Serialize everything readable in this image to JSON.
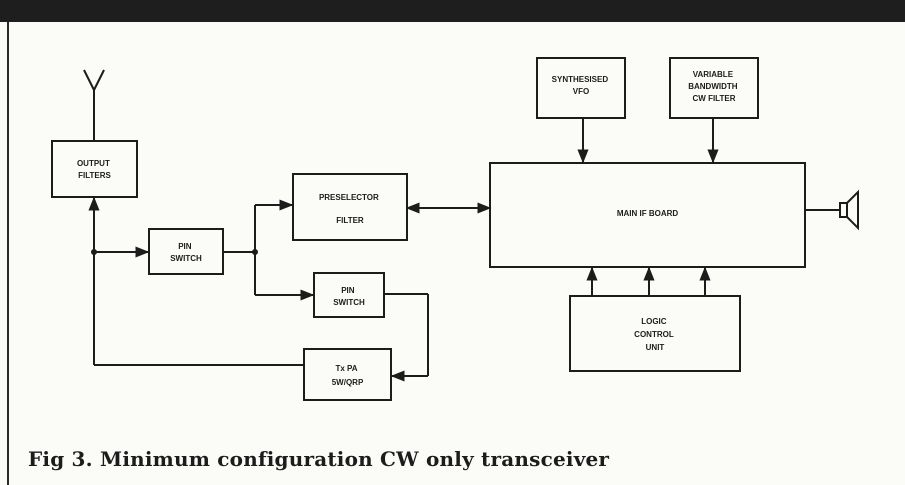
{
  "blocks": {
    "output_filters": [
      "OUTPUT",
      "FILTERS"
    ],
    "pin_switch_1": [
      "PIN",
      "SWITCH"
    ],
    "preselector_filter": [
      "PRESELECTOR",
      "FILTER"
    ],
    "pin_switch_2": [
      "PIN",
      "SWITCH"
    ],
    "tx_pa": [
      "Tx PA",
      "5W/QRP"
    ],
    "synthesised_vfo": [
      "SYNTHESISED",
      "VFO"
    ],
    "variable_bandwidth_filter": [
      "VARIABLE",
      "BANDWIDTH",
      "CW FILTER"
    ],
    "main_if_board": [
      "MAIN IF BOARD"
    ],
    "logic_control_unit": [
      "LOGIC",
      "CONTROL",
      "UNIT"
    ]
  },
  "caption": "Fig 3. Minimum configuration CW only transceiver"
}
